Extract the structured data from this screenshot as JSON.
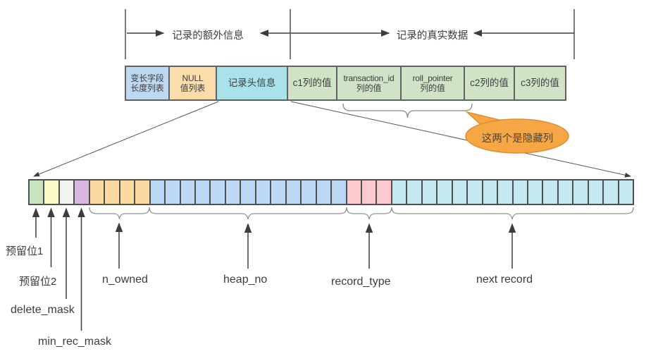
{
  "sections": {
    "extra_info_label": "记录的额外信息",
    "real_data_label": "记录的真实数据"
  },
  "record_row": {
    "boxes": [
      {
        "id": "var-len-list",
        "label_lines": [
          "变长字段",
          "长度列表"
        ],
        "width": 64,
        "color": "#bdd9f2"
      },
      {
        "id": "null-list",
        "label_lines": [
          "NULL",
          "值列表"
        ],
        "width": 69,
        "color": "#fbdcab"
      },
      {
        "id": "record-header",
        "label_lines": [
          "记录头信息"
        ],
        "width": 103,
        "color": "#a9e2ea"
      },
      {
        "id": "c1-value",
        "label_lines": [
          "c1列的值"
        ],
        "width": 72,
        "color": "#d0e3c6"
      },
      {
        "id": "transaction-id",
        "label_lines": [
          "transaction_id",
          "列的值"
        ],
        "width": 93,
        "color": "#d0e3c6"
      },
      {
        "id": "roll-pointer",
        "label_lines": [
          "roll_pointer",
          "列的值"
        ],
        "width": 92,
        "color": "#d0e3c6"
      },
      {
        "id": "c2-value",
        "label_lines": [
          "c2列的值"
        ],
        "width": 73,
        "color": "#d0e3c6"
      },
      {
        "id": "c3-value",
        "label_lines": [
          "c3列的值"
        ],
        "width": 75,
        "color": "#d0e3c6"
      }
    ]
  },
  "callout": {
    "text": "这两个是隐藏列",
    "fill": "#f6a645",
    "stroke": "#dd8d2c"
  },
  "header_bits": {
    "total_bits": 40,
    "fields": [
      {
        "name": "预留位1",
        "bits": 1,
        "color": "#c9e3c0"
      },
      {
        "name": "预留位2",
        "bits": 1,
        "color": "#fafac4"
      },
      {
        "name": "delete_mask",
        "bits": 1,
        "color": "#f2f2f0"
      },
      {
        "name": "min_rec_mask",
        "bits": 1,
        "color": "#d9b6e3"
      },
      {
        "name": "n_owned",
        "bits": 4,
        "color": "#fcd9a1"
      },
      {
        "name": "heap_no",
        "bits": 13,
        "color": "#bcd8f4"
      },
      {
        "name": "record_type",
        "bits": 3,
        "color": "#fbc9ce"
      },
      {
        "name": "next_record",
        "bits": 16,
        "color": "#c2eaf0"
      }
    ]
  },
  "bit_labels": {
    "reserved1": "预留位1",
    "reserved2": "预留位2",
    "delete_mask": "delete_mask",
    "min_rec_mask": "min_rec_mask",
    "n_owned": "n_owned",
    "heap_no": "heap_no",
    "record_type": "record_type",
    "next_record": "next record"
  }
}
